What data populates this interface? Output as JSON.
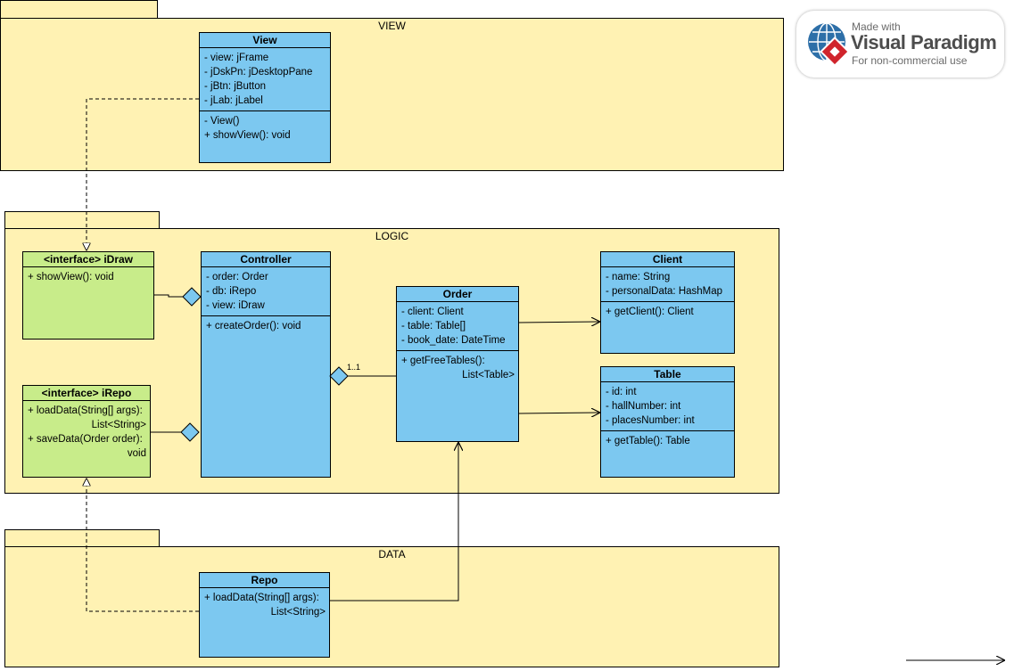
{
  "packages": {
    "view": "VIEW",
    "logic": "LOGIC",
    "data": "DATA"
  },
  "classes": {
    "view": {
      "name": "View",
      "attributes": [
        "- view: jFrame",
        "- jDskPn: jDesktopPane",
        "- jBtn: jButton",
        "- jLab: jLabel"
      ],
      "operations": [
        "- View()",
        "+ showView(): void"
      ]
    },
    "idraw": {
      "name": "<interface> iDraw",
      "operations": [
        "+ showView(): void"
      ]
    },
    "controller": {
      "name": "Controller",
      "attributes": [
        "- order: Order",
        "- db: iRepo",
        "- view: iDraw"
      ],
      "operations": [
        "+ createOrder(): void"
      ]
    },
    "order": {
      "name": "Order",
      "attributes": [
        "- client: Client",
        "- table: Table[]",
        "- book_date: DateTime"
      ],
      "operations": [
        "+ getFreeTables():",
        "List<Table>"
      ]
    },
    "client": {
      "name": "Client",
      "attributes": [
        "- name: String",
        "- personalData: HashMap"
      ],
      "operations": [
        "+ getClient(): Client"
      ]
    },
    "table": {
      "name": "Table",
      "attributes": [
        "- id: int",
        "- hallNumber: int",
        "- placesNumber: int"
      ],
      "operations": [
        "+ getTable(): Table"
      ]
    },
    "irepo": {
      "name": "<interface> iRepo",
      "operations": [
        "+ loadData(String[] args):",
        "List<String>",
        "+ saveData(Order order):",
        "void"
      ]
    },
    "repo": {
      "name": "Repo",
      "operations": [
        "+ loadData(String[] args):",
        "List<String>"
      ]
    }
  },
  "multiplicity": "1..1",
  "watermark": {
    "line1": "Made with",
    "line2": "Visual Paradigm",
    "line3": "For non-commercial use"
  },
  "colors": {
    "package_fill": "#fff2b3",
    "class_fill": "#7cc8f0",
    "interface_fill": "#c8ec8a",
    "logo_blue": "#2d6fa8",
    "logo_red": "#d0242c"
  }
}
